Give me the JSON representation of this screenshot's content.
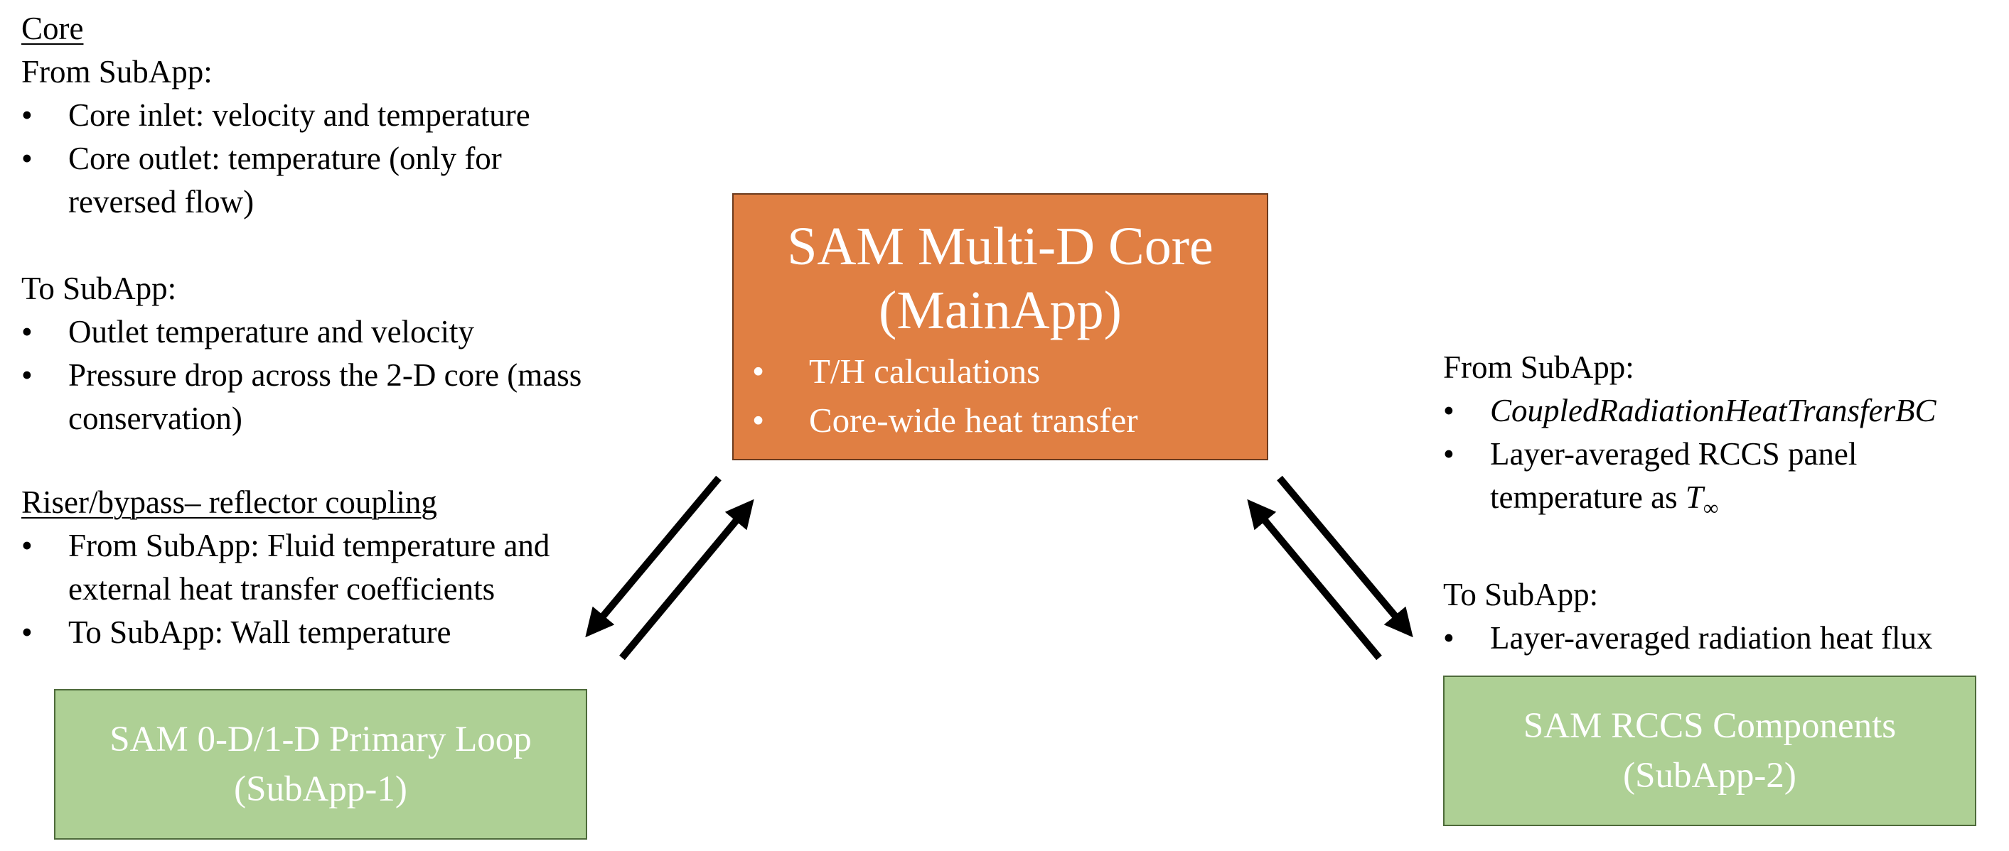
{
  "core_panel": {
    "heading": "Core",
    "from_label": "From SubApp:",
    "from_items": [
      "Core inlet: velocity and temperature",
      "Core outlet: temperature (only for",
      "reversed flow)"
    ],
    "to_label": "To SubApp:",
    "to_items": [
      "Outlet temperature and velocity",
      "Pressure drop across the 2-D core (mass",
      "conservation)"
    ]
  },
  "riser_panel": {
    "heading": "Riser/bypass– reflector coupling",
    "items": [
      "From SubApp: Fluid temperature and",
      "external heat transfer coefficients",
      "To SubApp: Wall temperature"
    ]
  },
  "main_app": {
    "title_line1": "SAM Multi-D Core",
    "title_line2": "(MainApp)",
    "bullets": [
      "T/H calculations",
      "Core-wide heat transfer"
    ]
  },
  "sub_app_1": {
    "line1": "SAM 0-D/1-D Primary Loop",
    "line2": "(SubApp-1)"
  },
  "sub_app_2": {
    "line1": "SAM RCCS Components",
    "line2": "(SubApp-2)"
  },
  "rccs_panel": {
    "from_label": "From SubApp:",
    "from_item1": "CoupledRadiationHeatTransferBC",
    "from_item2_line1": "Layer-averaged RCCS panel",
    "from_item2_line2_prefix": "temperature as ",
    "from_item2_symbol": "T",
    "from_item2_subscript": "∞",
    "to_label": "To SubApp:",
    "to_item": "Layer-averaged radiation heat flux"
  },
  "bullet_glyph": "•",
  "colors": {
    "main_box": "#e07f43",
    "sub_box": "#aed095",
    "box_text": "#ffffff",
    "arrow": "#000000"
  }
}
